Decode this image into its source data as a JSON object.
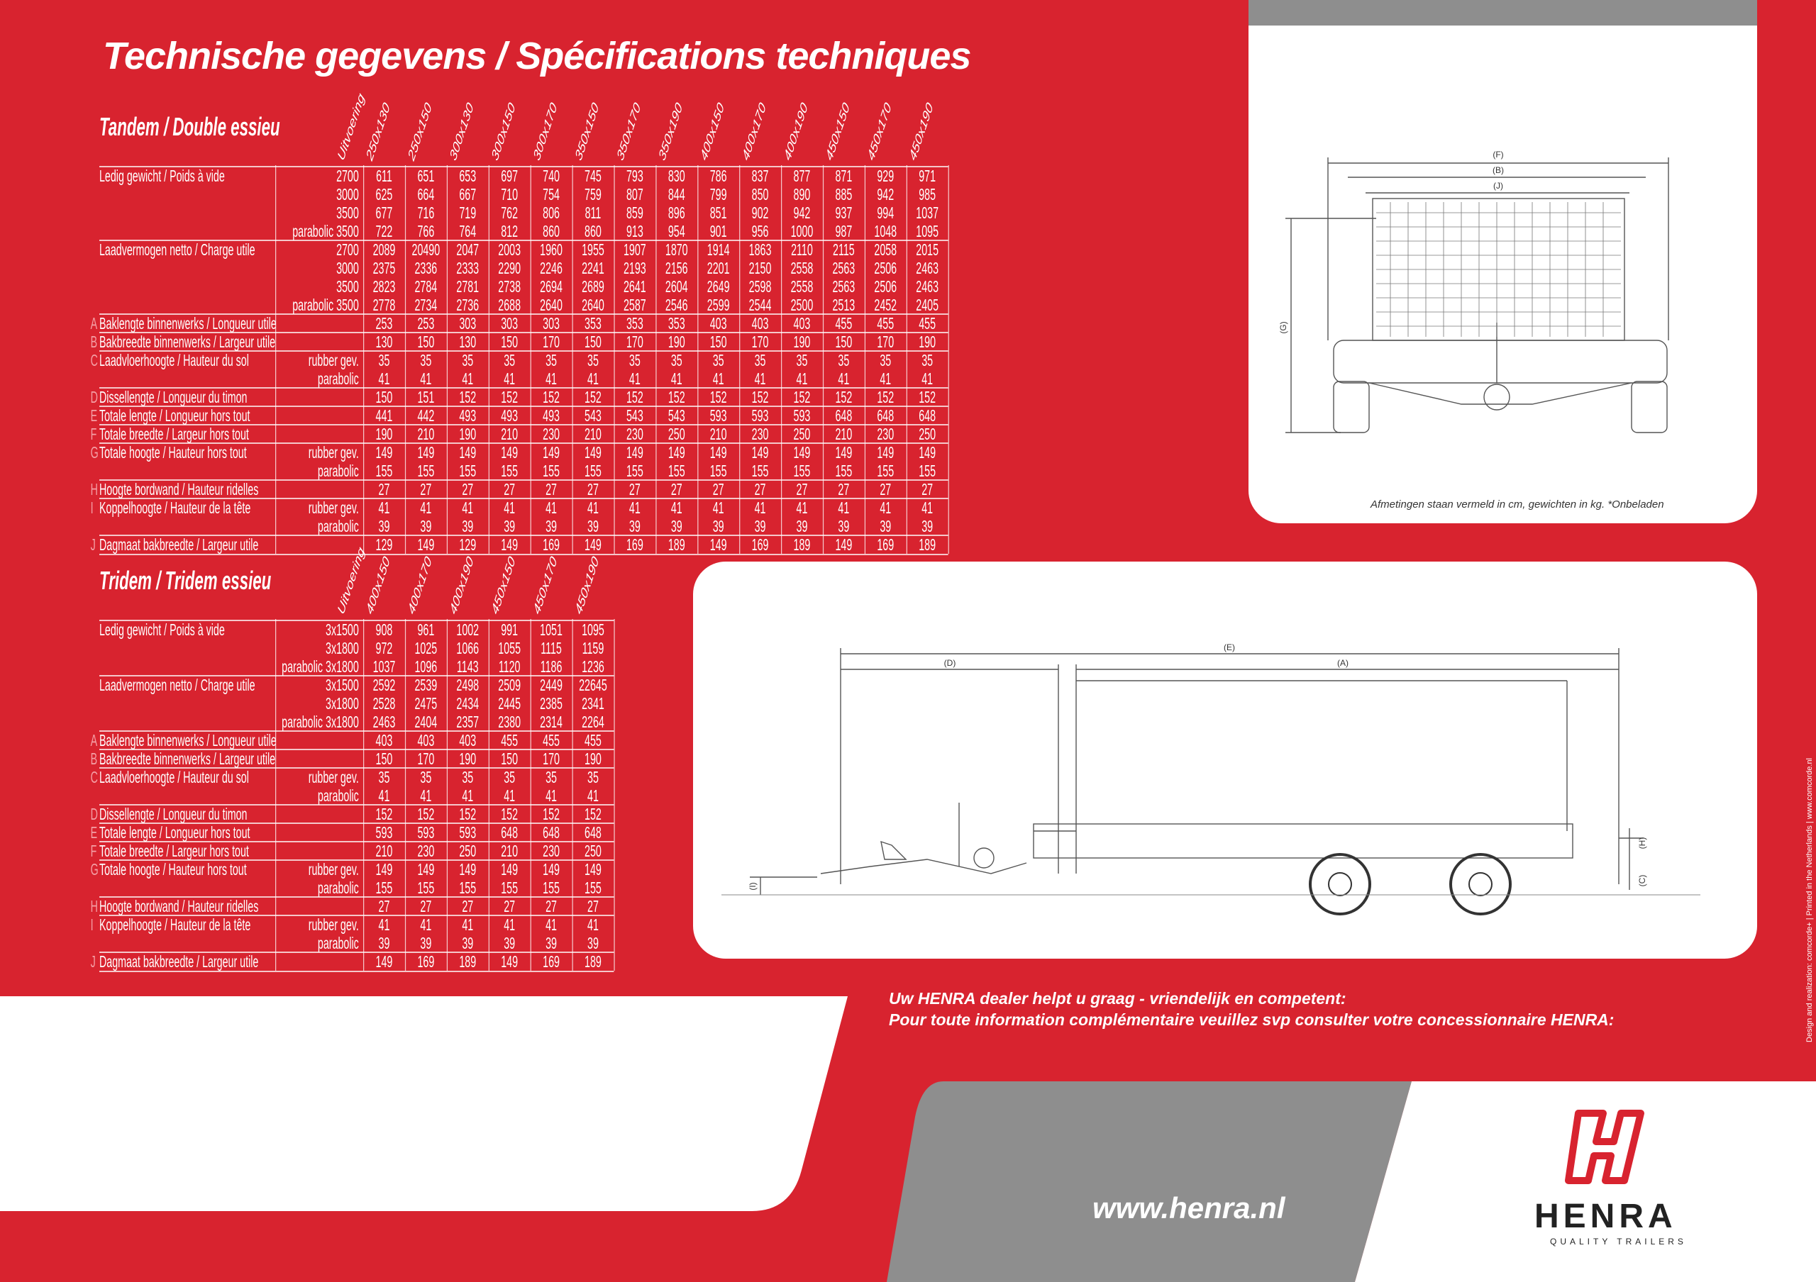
{
  "title": "Technische gegevens / Spécifications techniques",
  "tandem": {
    "title": "Tandem / Double essieu",
    "uitvoering": "Uitvoering",
    "columns": [
      "250x130",
      "250x150",
      "300x130",
      "300x150",
      "300x170",
      "350x150",
      "350x170",
      "350x190",
      "400x150",
      "400x170",
      "400x190",
      "450x150",
      "450x170",
      "450x190"
    ],
    "rows": [
      {
        "label": "Ledig gewicht / Poids à vide",
        "letter": "",
        "sub": "2700",
        "values": [
          "611",
          "651",
          "653",
          "697",
          "740",
          "745",
          "793",
          "830",
          "786",
          "837",
          "877",
          "871",
          "929",
          "971"
        ]
      },
      {
        "label": "",
        "letter": "",
        "sub": "3000",
        "values": [
          "625",
          "664",
          "667",
          "710",
          "754",
          "759",
          "807",
          "844",
          "799",
          "850",
          "890",
          "885",
          "942",
          "985"
        ]
      },
      {
        "label": "",
        "letter": "",
        "sub": "3500",
        "values": [
          "677",
          "716",
          "719",
          "762",
          "806",
          "811",
          "859",
          "896",
          "851",
          "902",
          "942",
          "937",
          "994",
          "1037"
        ]
      },
      {
        "label": "",
        "letter": "",
        "sub": "parabolic 3500",
        "values": [
          "722",
          "766",
          "764",
          "812",
          "860",
          "860",
          "913",
          "954",
          "901",
          "956",
          "1000",
          "987",
          "1048",
          "1095"
        ]
      },
      {
        "label": "Laadvermogen netto / Charge utile",
        "letter": "",
        "sub": "2700",
        "values": [
          "2089",
          "20490",
          "2047",
          "2003",
          "1960",
          "1955",
          "1907",
          "1870",
          "1914",
          "1863",
          "2110",
          "2115",
          "2058",
          "2015"
        ]
      },
      {
        "label": "",
        "letter": "",
        "sub": "3000",
        "values": [
          "2375",
          "2336",
          "2333",
          "2290",
          "2246",
          "2241",
          "2193",
          "2156",
          "2201",
          "2150",
          "2558",
          "2563",
          "2506",
          "2463"
        ]
      },
      {
        "label": "",
        "letter": "",
        "sub": "3500",
        "values": [
          "2823",
          "2784",
          "2781",
          "2738",
          "2694",
          "2689",
          "2641",
          "2604",
          "2649",
          "2598",
          "2558",
          "2563",
          "2506",
          "2463"
        ]
      },
      {
        "label": "",
        "letter": "",
        "sub": "parabolic 3500",
        "values": [
          "2778",
          "2734",
          "2736",
          "2688",
          "2640",
          "2640",
          "2587",
          "2546",
          "2599",
          "2544",
          "2500",
          "2513",
          "2452",
          "2405"
        ]
      },
      {
        "label": "Baklengte binnenwerks / Longueur utile",
        "letter": "A",
        "sub": "",
        "values": [
          "253",
          "253",
          "303",
          "303",
          "303",
          "353",
          "353",
          "353",
          "403",
          "403",
          "403",
          "455",
          "455",
          "455"
        ]
      },
      {
        "label": "Bakbreedte binnenwerks / Largeur utile",
        "letter": "B",
        "sub": "",
        "values": [
          "130",
          "150",
          "130",
          "150",
          "170",
          "150",
          "170",
          "190",
          "150",
          "170",
          "190",
          "150",
          "170",
          "190"
        ]
      },
      {
        "label": "Laadvloerhoogte / Hauteur du sol",
        "letter": "C",
        "sub": "rubber gev.",
        "values": [
          "35",
          "35",
          "35",
          "35",
          "35",
          "35",
          "35",
          "35",
          "35",
          "35",
          "35",
          "35",
          "35",
          "35"
        ]
      },
      {
        "label": "",
        "letter": "",
        "sub": "parabolic",
        "values": [
          "41",
          "41",
          "41",
          "41",
          "41",
          "41",
          "41",
          "41",
          "41",
          "41",
          "41",
          "41",
          "41",
          "41"
        ]
      },
      {
        "label": "Dissellengte / Longueur du timon",
        "letter": "D",
        "sub": "",
        "values": [
          "150",
          "151",
          "152",
          "152",
          "152",
          "152",
          "152",
          "152",
          "152",
          "152",
          "152",
          "152",
          "152",
          "152"
        ]
      },
      {
        "label": "Totale lengte / Longueur hors tout",
        "letter": "E",
        "sub": "",
        "values": [
          "441",
          "442",
          "493",
          "493",
          "493",
          "543",
          "543",
          "543",
          "593",
          "593",
          "593",
          "648",
          "648",
          "648"
        ]
      },
      {
        "label": "Totale breedte / Largeur hors tout",
        "letter": "F",
        "sub": "",
        "values": [
          "190",
          "210",
          "190",
          "210",
          "230",
          "210",
          "230",
          "250",
          "210",
          "230",
          "250",
          "210",
          "230",
          "250"
        ]
      },
      {
        "label": "Totale hoogte / Hauteur hors tout",
        "letter": "G",
        "sub": "rubber gev.",
        "values": [
          "149",
          "149",
          "149",
          "149",
          "149",
          "149",
          "149",
          "149",
          "149",
          "149",
          "149",
          "149",
          "149",
          "149"
        ]
      },
      {
        "label": "",
        "letter": "",
        "sub": "parabolic",
        "values": [
          "155",
          "155",
          "155",
          "155",
          "155",
          "155",
          "155",
          "155",
          "155",
          "155",
          "155",
          "155",
          "155",
          "155"
        ]
      },
      {
        "label": "Hoogte bordwand / Hauteur ridelles",
        "letter": "H",
        "sub": "",
        "values": [
          "27",
          "27",
          "27",
          "27",
          "27",
          "27",
          "27",
          "27",
          "27",
          "27",
          "27",
          "27",
          "27",
          "27"
        ]
      },
      {
        "label": "Koppelhoogte / Hauteur de la tête",
        "letter": "I",
        "sub": "rubber gev.",
        "values": [
          "41",
          "41",
          "41",
          "41",
          "41",
          "41",
          "41",
          "41",
          "41",
          "41",
          "41",
          "41",
          "41",
          "41"
        ]
      },
      {
        "label": "",
        "letter": "",
        "sub": "parabolic",
        "values": [
          "39",
          "39",
          "39",
          "39",
          "39",
          "39",
          "39",
          "39",
          "39",
          "39",
          "39",
          "39",
          "39",
          "39"
        ]
      },
      {
        "label": "Dagmaat bakbreedte / Largeur utile",
        "letter": "J",
        "sub": "",
        "values": [
          "129",
          "149",
          "129",
          "149",
          "169",
          "149",
          "169",
          "189",
          "149",
          "169",
          "189",
          "149",
          "169",
          "189"
        ]
      }
    ]
  },
  "tridem": {
    "title": "Tridem / Tridem essieu",
    "uitvoering": "Uitvoering",
    "columns": [
      "400x150",
      "400x170",
      "400x190",
      "450x150",
      "450x170",
      "450x190"
    ],
    "rows": [
      {
        "label": "Ledig gewicht / Poids à vide",
        "letter": "",
        "sub": "3x1500",
        "values": [
          "908",
          "961",
          "1002",
          "991",
          "1051",
          "1095"
        ]
      },
      {
        "label": "",
        "letter": "",
        "sub": "3x1800",
        "values": [
          "972",
          "1025",
          "1066",
          "1055",
          "1115",
          "1159"
        ]
      },
      {
        "label": "",
        "letter": "",
        "sub": "parabolic 3x1800",
        "values": [
          "1037",
          "1096",
          "1143",
          "1120",
          "1186",
          "1236"
        ]
      },
      {
        "label": "Laadvermogen netto / Charge utile",
        "letter": "",
        "sub": "3x1500",
        "values": [
          "2592",
          "2539",
          "2498",
          "2509",
          "2449",
          "22645"
        ]
      },
      {
        "label": "",
        "letter": "",
        "sub": "3x1800",
        "values": [
          "2528",
          "2475",
          "2434",
          "2445",
          "2385",
          "2341"
        ]
      },
      {
        "label": "",
        "letter": "",
        "sub": "parabolic 3x1800",
        "values": [
          "2463",
          "2404",
          "2357",
          "2380",
          "2314",
          "2264"
        ]
      },
      {
        "label": "Baklengte binnenwerks / Longueur utile",
        "letter": "A",
        "sub": "",
        "values": [
          "403",
          "403",
          "403",
          "455",
          "455",
          "455"
        ]
      },
      {
        "label": "Bakbreedte binnenwerks / Largeur utile",
        "letter": "B",
        "sub": "",
        "values": [
          "150",
          "170",
          "190",
          "150",
          "170",
          "190"
        ]
      },
      {
        "label": "Laadvloerhoogte / Hauteur du sol",
        "letter": "C",
        "sub": "rubber gev.",
        "values": [
          "35",
          "35",
          "35",
          "35",
          "35",
          "35"
        ]
      },
      {
        "label": "",
        "letter": "",
        "sub": "parabolic",
        "values": [
          "41",
          "41",
          "41",
          "41",
          "41",
          "41"
        ]
      },
      {
        "label": "Dissellengte / Longueur du timon",
        "letter": "D",
        "sub": "",
        "values": [
          "152",
          "152",
          "152",
          "152",
          "152",
          "152"
        ]
      },
      {
        "label": "Totale lengte / Longueur hors tout",
        "letter": "E",
        "sub": "",
        "values": [
          "593",
          "593",
          "593",
          "648",
          "648",
          "648"
        ]
      },
      {
        "label": "Totale breedte / Largeur hors tout",
        "letter": "F",
        "sub": "",
        "values": [
          "210",
          "230",
          "250",
          "210",
          "230",
          "250"
        ]
      },
      {
        "label": "Totale hoogte / Hauteur hors tout",
        "letter": "G",
        "sub": "rubber gev.",
        "values": [
          "149",
          "149",
          "149",
          "149",
          "149",
          "149"
        ]
      },
      {
        "label": "",
        "letter": "",
        "sub": "parabolic",
        "values": [
          "155",
          "155",
          "155",
          "155",
          "155",
          "155"
        ]
      },
      {
        "label": "Hoogte bordwand / Hauteur ridelles",
        "letter": "H",
        "sub": "",
        "values": [
          "27",
          "27",
          "27",
          "27",
          "27",
          "27"
        ]
      },
      {
        "label": "Koppelhoogte / Hauteur de la tête",
        "letter": "I",
        "sub": "rubber gev.",
        "values": [
          "41",
          "41",
          "41",
          "41",
          "41",
          "41"
        ]
      },
      {
        "label": "",
        "letter": "",
        "sub": "parabolic",
        "values": [
          "39",
          "39",
          "39",
          "39",
          "39",
          "39"
        ]
      },
      {
        "label": "Dagmaat bakbreedte / Largeur utile",
        "letter": "J",
        "sub": "",
        "values": [
          "149",
          "169",
          "189",
          "149",
          "169",
          "189"
        ]
      }
    ]
  },
  "front_drawing": {
    "labels": [
      "(F)",
      "(B)",
      "(J)",
      "(G)"
    ],
    "caption": "Afmetingen staan vermeld in cm, gewichten in kg.  *Onbeladen"
  },
  "side_drawing": {
    "labels": [
      "(E)",
      "(D)",
      "(A)",
      "(H)",
      "(C)",
      "(I)"
    ]
  },
  "dealer": {
    "line1": "Uw HENRA dealer helpt u graag - vriendelijk en competent:",
    "line2": "Pour toute information complémentaire veuillez svp consulter votre concessionnaire HENRA:"
  },
  "website": "www.henra.nl",
  "side_credit": "Design and realization: comcorde+  |  Printed in the Netherlands  |  www.comcorde.nl",
  "brand": {
    "name": "HENRA",
    "tagline": "QUALITY TRAILERS",
    "logo_letter": "H"
  },
  "colors": {
    "red": "#d8232f",
    "gray": "#8e8e8e",
    "white": "#ffffff",
    "dark": "#222222"
  }
}
